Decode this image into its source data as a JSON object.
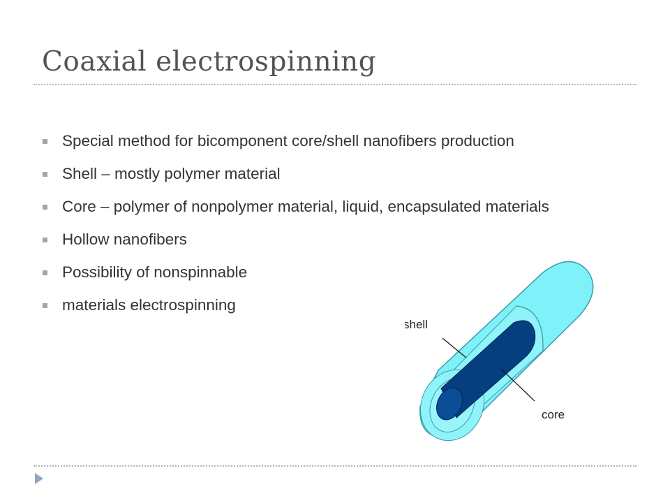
{
  "slide": {
    "title": "Coaxial electrospinning"
  },
  "bullets": [
    "Special method for bicomponent core/shell nanofibers production",
    "Shell – mostly polymer material",
    "Core – polymer of nonpolymer material, liquid, encapsulated materials",
    "Hollow nanofibers",
    "Possibility of nonspinnable",
    "materials electrospinning"
  ],
  "diagram": {
    "shell_label": "shell",
    "core_label": "core",
    "colors": {
      "shell_fill": "#7ff1f9",
      "shell_stroke": "#3b9aaa",
      "core_fill": "#063f80",
      "core_face": "#0b4d96",
      "leader": "#111111"
    }
  },
  "colors": {
    "title": "#545454",
    "text": "#333333",
    "rule": "#a6b7c8",
    "bullet_marker": "#9aa8b4",
    "footer_marker": "#8ea7bf"
  }
}
